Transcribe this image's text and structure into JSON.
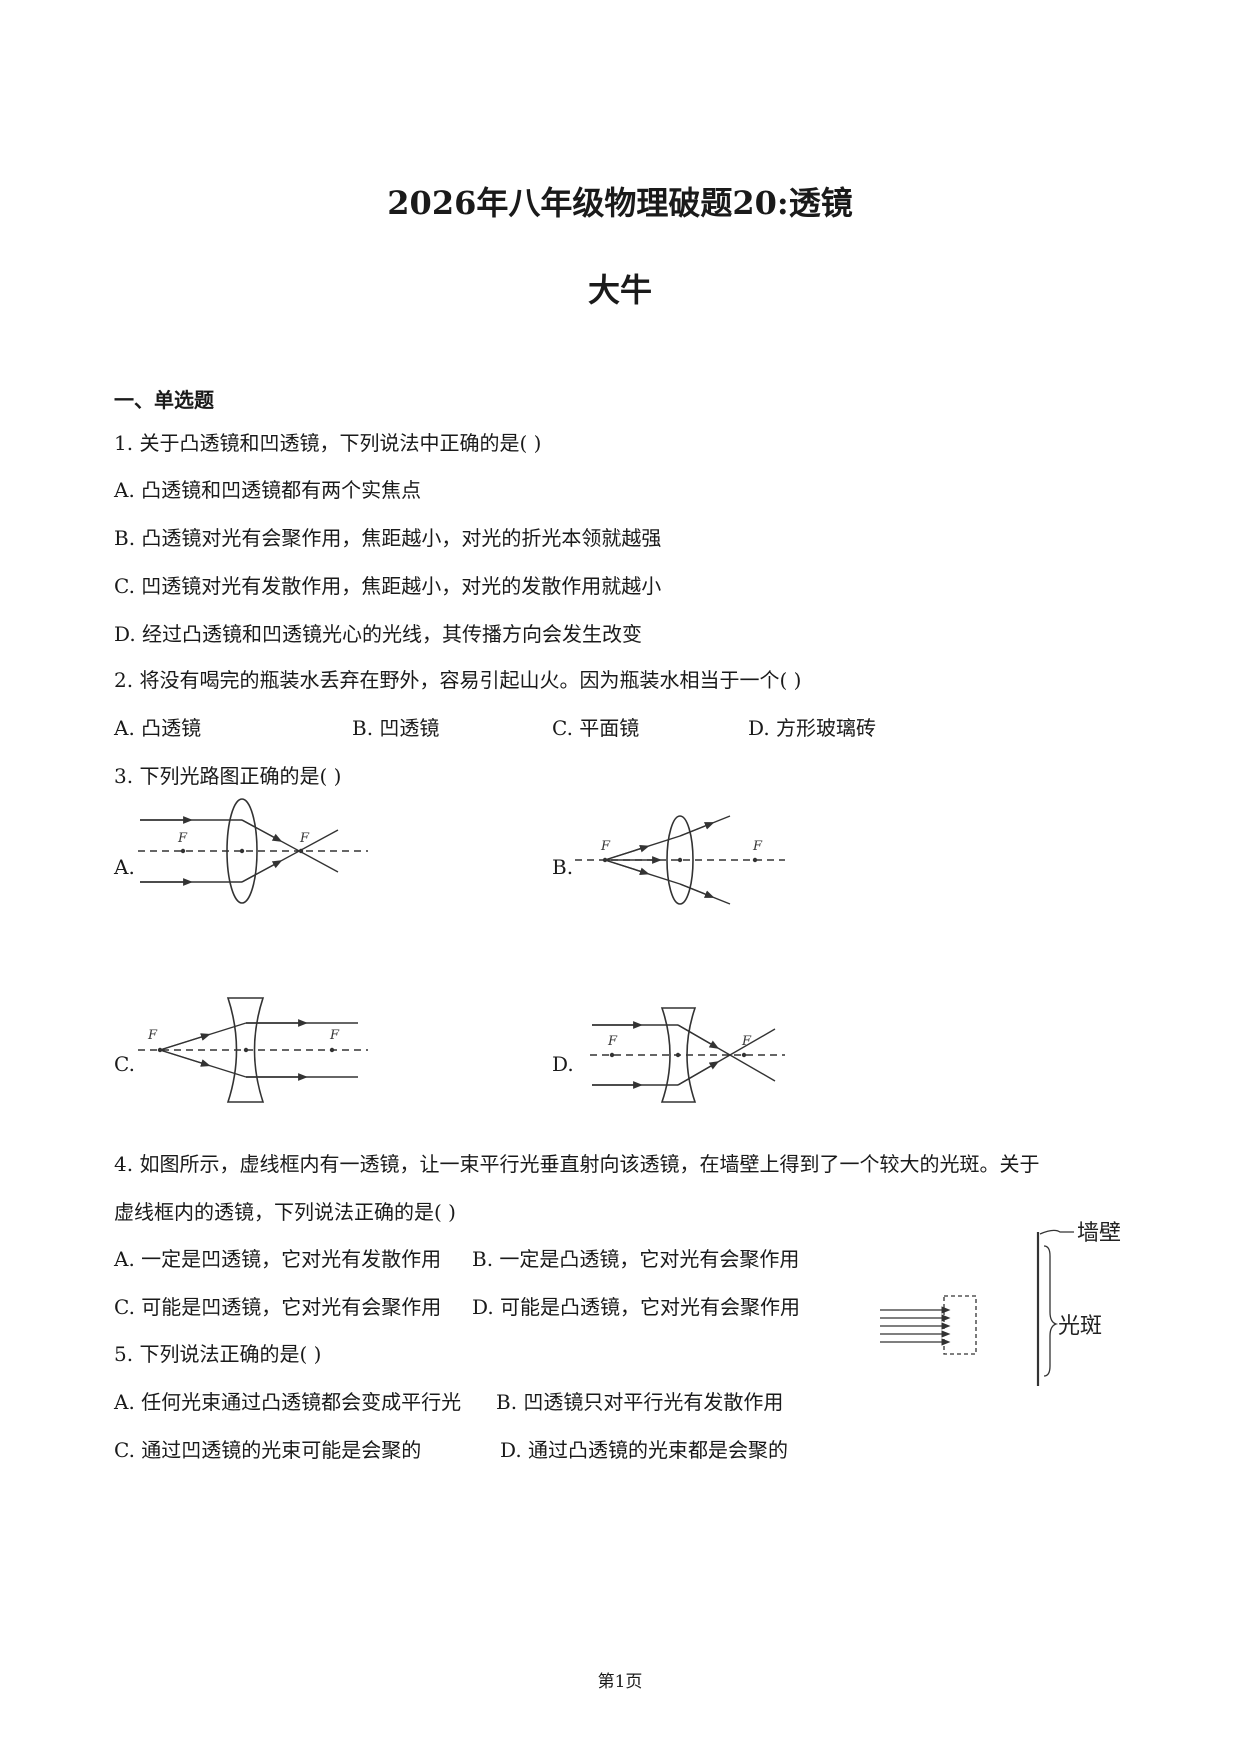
{
  "header": {
    "title": "2026年八年级物理破题20:透镜",
    "author": "大牛"
  },
  "section": {
    "heading": "一、单选题"
  },
  "q1": {
    "stem": "1. 关于凸透镜和凹透镜，下列说法中正确的是(    )",
    "options": [
      "A. 凸透镜和凹透镜都有两个实焦点",
      "B. 凸透镜对光有会聚作用，焦距越小，对光的折光本领就越强",
      "C. 凹透镜对光有发散作用，焦距越小，对光的发散作用就越小",
      "D. 经过凸透镜和凹透镜光心的光线，其传播方向会发生改变"
    ]
  },
  "q2": {
    "stem": "2. 将没有喝完的瓶装水丢弃在野外，容易引起山火。因为瓶装水相当于一个(    )",
    "options": [
      "A. 凸透镜",
      "B. 凹透镜",
      "C. 平面镜",
      "D. 方形玻璃砖"
    ]
  },
  "q3": {
    "stem": "3. 下列光路图正确的是(    )",
    "option_letters": [
      "A.",
      "B.",
      "C.",
      "D."
    ],
    "focus_label": "F"
  },
  "q4": {
    "stem_line1": "4. 如图所示，虚线框内有一透镜，让一束平行光垂直射向该透镜，在墙壁上得到了一个较大的光斑。关于",
    "stem_line2": "虚线框内的透镜，下列说法正确的是(    )",
    "options": [
      "A. 一定是凹透镜，它对光有发散作用",
      "B. 一定是凸透镜，它对光有会聚作用",
      "C. 可能是凹透镜，它对光有会聚作用",
      "D. 可能是凸透镜，它对光有会聚作用"
    ],
    "figure": {
      "wall_label": "墙壁",
      "spot_label": "光斑"
    }
  },
  "q5": {
    "stem": "5. 下列说法正确的是(    )",
    "options": [
      "A. 任何光束通过凸透镜都会变成平行光",
      "B. 凹透镜只对平行光有发散作用",
      "C. 通过凹透镜的光束可能是会聚的",
      "D. 通过凸透镜的光束都是会聚的"
    ]
  },
  "footer": {
    "page": "第1页"
  }
}
